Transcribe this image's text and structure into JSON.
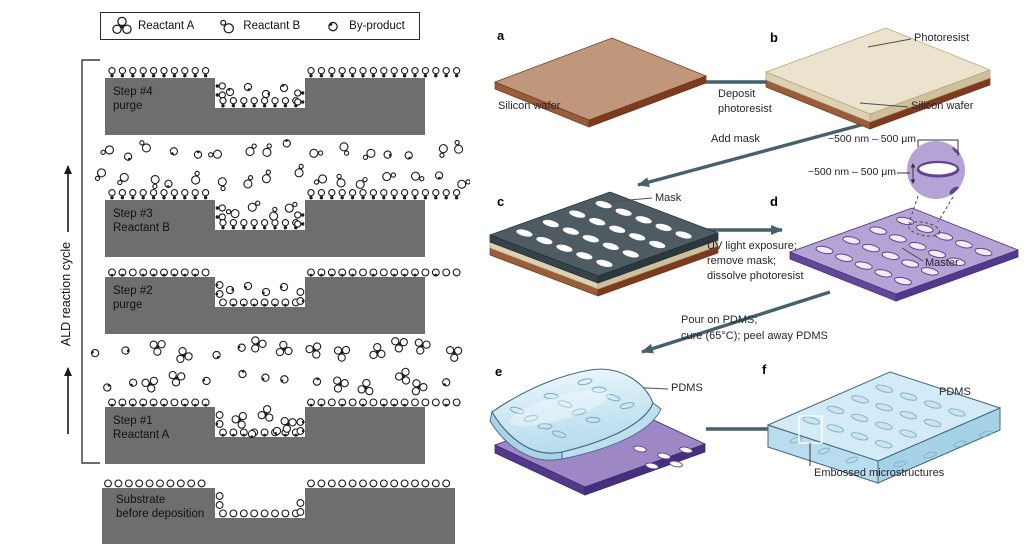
{
  "legend": {
    "items": [
      {
        "icon": "reactant-a-icon",
        "label": "Reactant A"
      },
      {
        "icon": "reactant-b-icon",
        "label": "Reactant B"
      },
      {
        "icon": "byproduct-icon",
        "label": "By-product"
      }
    ]
  },
  "ald": {
    "axis_label": "ALD reaction cycle",
    "steps": [
      {
        "name": "Step #4",
        "desc": "purge"
      },
      {
        "name": "Step #3",
        "desc": "Reactant B"
      },
      {
        "name": "Step #2",
        "desc": "purge"
      },
      {
        "name": "Step #1",
        "desc": "Reactant A"
      }
    ],
    "substrate": {
      "name": "Substrate",
      "desc": "before deposition"
    }
  },
  "litho": {
    "panels": {
      "a": {
        "letter": "a",
        "label": "Silicon wafer"
      },
      "b": {
        "letter": "b",
        "label_photoresist": "Photoresist",
        "label_wafer": "Silicon wafer"
      },
      "c": {
        "letter": "c",
        "label": "Mask"
      },
      "d": {
        "letter": "d",
        "label": "Master",
        "dim_top": "~500 nm – 500 μm",
        "dim_side": "~500 nm – 500 μm"
      },
      "e": {
        "letter": "e",
        "label": "PDMS"
      },
      "f": {
        "letter": "f",
        "label": "PDMS",
        "label_embossed": "Embossed microstructures"
      }
    },
    "arrows": {
      "deposit": [
        "Deposit",
        "photoresist"
      ],
      "add_mask": "Add mask",
      "uv": [
        "UV light exposure;",
        "remove mask;",
        "dissolve photoresist"
      ],
      "pour": [
        "Pour on PDMS;",
        "cure (65°C); peel away PDMS"
      ]
    }
  },
  "colors": {
    "arrow": "#44616c",
    "block_gray": "#6e6e6e",
    "molecule_ink": "#1c1c1c",
    "line_ink": "#3a3a3a",
    "wafer_top": "#c0977b",
    "wafer_side_left": "#9a5c39",
    "wafer_side_right": "#7c3a1f",
    "photoresist_top": "#ece3cf",
    "mask_top": "#4e5b63",
    "master_top": "#b5a3d6",
    "master_side": "#5e4496",
    "pdms_top": "#d3ebf7",
    "pdms_side": "#a9d3e8"
  }
}
